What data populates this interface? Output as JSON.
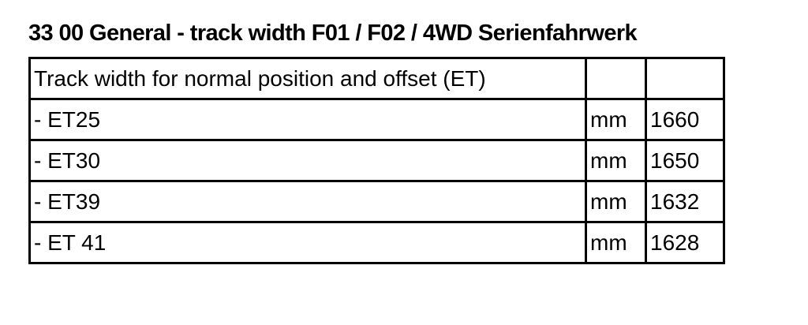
{
  "document": {
    "title": "33 00 General - track width F01 / F02 / 4WD Serienfahrwerk"
  },
  "table": {
    "header": {
      "label": "Track width for normal position and offset (ET)",
      "unit": "",
      "value": ""
    },
    "rows": [
      {
        "label": "- ET25",
        "unit": "mm",
        "value": "1660"
      },
      {
        "label": "- ET30",
        "unit": "mm",
        "value": "1650"
      },
      {
        "label": "- ET39",
        "unit": "mm",
        "value": "1632"
      },
      {
        "label": "- ET 41",
        "unit": "mm",
        "value": "1628"
      }
    ]
  }
}
